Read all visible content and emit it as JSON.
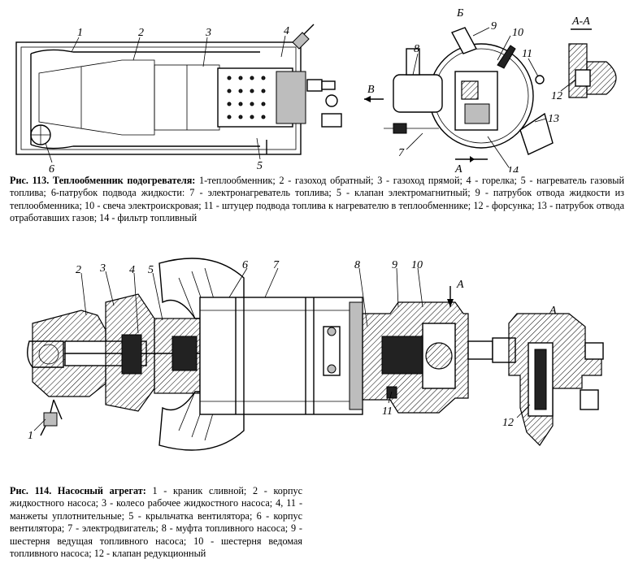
{
  "fig113": {
    "labels": [
      "1",
      "2",
      "3",
      "4",
      "5",
      "6",
      "7",
      "8",
      "9",
      "10",
      "11",
      "12",
      "13",
      "14"
    ],
    "view_b": "Б",
    "view_a": "А",
    "section": "А-А",
    "arrow_b": "В",
    "caption_title": "Рис. 113. Теплообменник подогревателя:",
    "caption_text": " 1-теплообменник; 2 - газоход обратный; 3 - газоход прямой; 4 - горелка; 5 - нагреватель газовый топлива; 6-патрубок подвода жидкости: 7 - электронагреватель топлива; 5 - клапан электромагнитный; 9 - патрубок отвода жидкости из теплообменника; 10 - свеча электроискровая; 11 - штуцер подвода топлива к нагревателю в теплообменнике; 12 - форсунка; 13 - патрубок отвода отработавших газов; 14 - фильтр топливный"
  },
  "fig114": {
    "labels": [
      "1",
      "2",
      "3",
      "4",
      "5",
      "6",
      "7",
      "8",
      "9",
      "10",
      "11",
      "12"
    ],
    "view_a": "А",
    "arrow_a": "А",
    "caption_title": "Рис. 114. Насосный агрегат:",
    "caption_text": " 1 - краник сливной; 2 - корпус жидкостного насоса; 3 - колесо рабочее жидкостного насоса; 4, 11 - манжеты уплотнительные; 5 - крыльчатка вентилятора; 6 - корпус вентилятора; 7 - электродвигатель; 8 - муфта топливного насоса; 9 - шестерня ведущая топливного насоса; 10 - шестерня ведомая топливного насоса; 12 - клапан редукционный"
  }
}
